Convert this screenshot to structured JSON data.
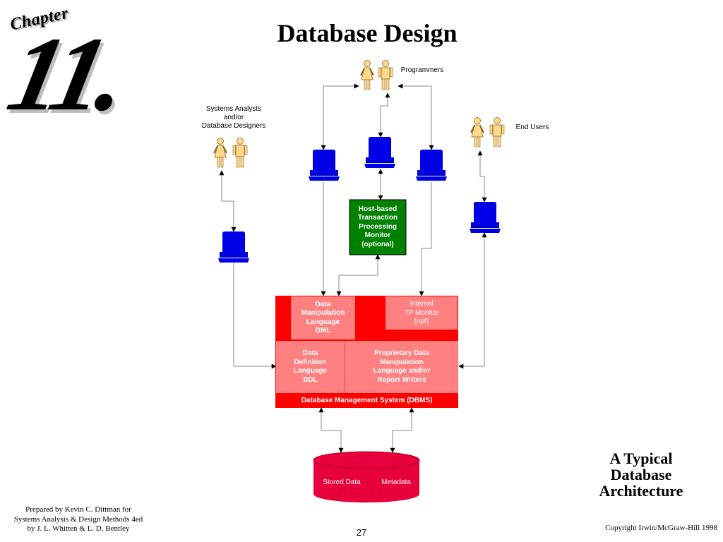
{
  "header": {
    "chapter_word": "Chapter",
    "chapter_number": "11.",
    "title": "Database Design"
  },
  "diagram": {
    "labels": {
      "programmers": "Programmers",
      "analysts": "Systems Analysts\nand/or\nDatabase Designers",
      "end_users": "End Users"
    },
    "tp_monitor_box": "Host-based\nTransaction\nProcessing\nMonitor\n(optional)",
    "dbms": {
      "dml": "Data\nManipulation\nLanguage\nDML",
      "internal_tp": "Internal\nTP Monitor\n(opt)",
      "ddl": "Data\nDefinition\nLanguage\nDDL",
      "proprietary": "Proprietary Data\nManipulation\nLanguage and/or\nReport Writers",
      "footer": "Database Management System (DBMS)"
    },
    "storage": {
      "stored_data": "Stored Data",
      "metadata": "Metadata"
    },
    "colors": {
      "terminal": "#0000e6",
      "tp_monitor": "#008000",
      "dbms_red": "#ff0000",
      "dbms_pink": "#ff8080",
      "storage": "#e8003c",
      "person_fill": "#ffd88a"
    },
    "icons": {
      "person": "person-icon",
      "terminal": "computer-terminal-icon",
      "storage": "database-cylinder-icon"
    }
  },
  "caption": "A Typical\nDatabase\nArchitecture",
  "footer": {
    "prepared_by": "Prepared by Kevin C. Dittman for\nSystems Analysis & Design Methods 4ed\nby J. L. Whitten & L. D. Bentley",
    "page_number": "27",
    "copyright": "Copyright Irwin/McGraw-Hill 1998"
  }
}
